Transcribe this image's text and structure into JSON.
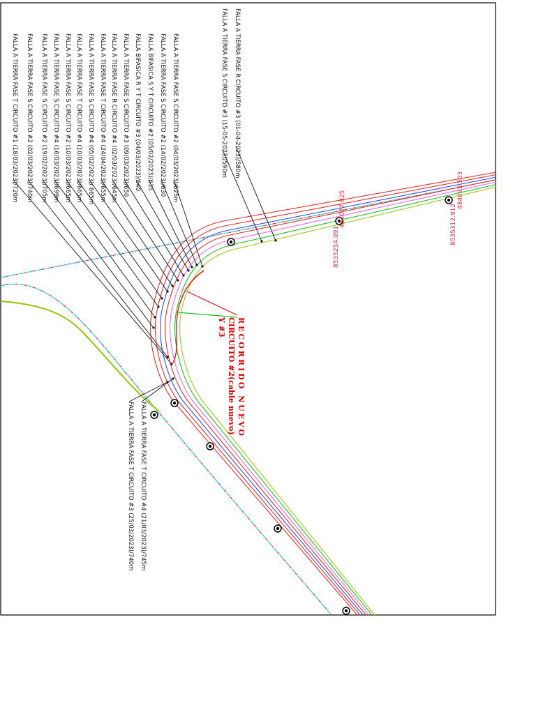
{
  "colors": {
    "cyan": "#22c8d8",
    "red": "#e23030",
    "green": "#20c020",
    "pink": "#ee66ee",
    "blue": "#2a50e0",
    "lime": "#9ac81c",
    "recorrido": "#e01010",
    "leader": "#111111"
  },
  "notes_left": [
    "FALLA A TIERRA FASE S CIRCUITO #2 (04/03/2023)/625m",
    "FALLA A TIERRA FASE S CIRCUITO #2 (14/02/2023)/630",
    "FALLA BIFASICA S Y T CIRCUITO #2 (05/02/2023)/635",
    "FALLA BIFASICA R Y T CIRCUITO #3 (04/03/2023)/640",
    "FALLA A TIERRA FASE S CIRCUITO #3 (09/03/2023)/650",
    "FALLA A TIERRA FASE R CIRCUITO #4 (02/03/2023)/645m",
    "FALLA A TIERRA FASE T CIRCUITO #4 (24/04/2023)/655m",
    "FALLA A TIERRA FASE S CIRCUITO #4 (05/02/2023)/ 665m",
    "FALLA A TIERRA FASE T CIRCUITO #4 (10/03/2023)/665m",
    "FALLA A TIERRA FASE S CIRCUITO #2 (10/03/2023)/665m",
    "FALLA A TIERRA FASE S CIRCUITO #4 (16/03/2023)/699m",
    "FALLA A TIERRA FASE S CIRCUITO #2 (19/02/2023)/705m",
    "FALLA A TIERRA FASE S CIRCUITO #2 (02/03/2023)/740m",
    "FALLA A TIERRA FASE T CIRCUITO #1 (18/03/2023)/720m"
  ],
  "notes_top": [
    "FALLA A TIERRA FASE R CIRCUITO #3 (01-04-2023)/580m",
    "FALLA A TIERRA FASE S CIRCUITO #3 (15-05-2023)/590m"
  ],
  "notes_bottom": [
    "FALLA A TIERRA FASE T CIRCUITO #4 (21/03/2023)/745m",
    "FALLA A TIERRA FASE T CIRCUITO #3 (25/03/2023)/740m"
  ],
  "recorrido_label": [
    "RECORRIDO NUEVO",
    "CIRCUITO #2(cable nuevo)",
    "Y #3"
  ],
  "coord_1": [
    "484077.825",
    "8535254.091"
  ],
  "coord_2": [
    "484095.503",
    "8535312.912"
  ]
}
